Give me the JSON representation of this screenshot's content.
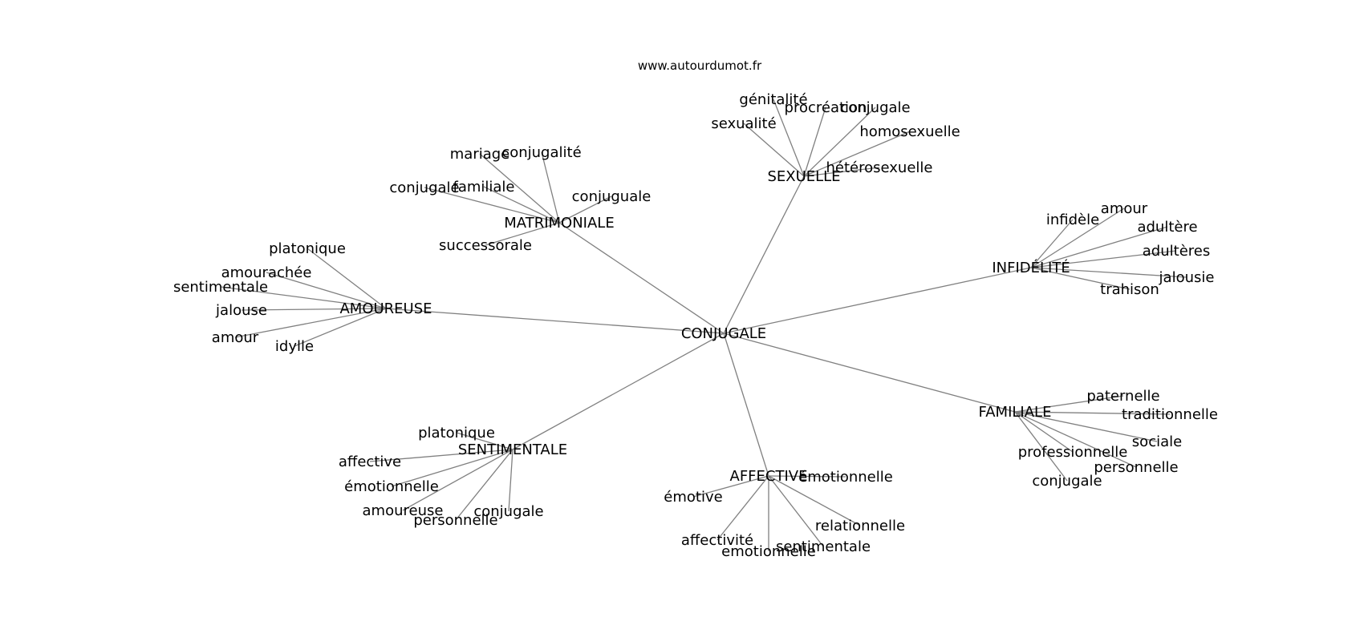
{
  "site": "www.autourdumot.fr",
  "root": "CONJUGALE",
  "branches": [
    {
      "label": "MATRIMONIALE",
      "children": [
        "mariage",
        "conjugalité",
        "conjugale",
        "familiale",
        "conjuguale",
        "successorale"
      ]
    },
    {
      "label": "SEXUELLE",
      "children": [
        "génitalité",
        "procréation",
        "conjugale",
        "sexualité",
        "homosexuelle",
        "hétérosexuelle"
      ]
    },
    {
      "label": "INFIDÉLITÉ",
      "children": [
        "infidèle",
        "amour",
        "adultère",
        "adultères",
        "jalousie",
        "trahison"
      ]
    },
    {
      "label": "AMOUREUSE",
      "children": [
        "platonique",
        "amourachée",
        "sentimentale",
        "jalouse",
        "amour",
        "idylle"
      ]
    },
    {
      "label": "FAMILIALE",
      "children": [
        "paternelle",
        "traditionnelle",
        "sociale",
        "professionnelle",
        "personnelle",
        "conjugale"
      ]
    },
    {
      "label": "SENTIMENTALE",
      "children": [
        "platonique",
        "affective",
        "émotionnelle",
        "amoureuse",
        "personnelle",
        "conjugale"
      ]
    },
    {
      "label": "AFFECTIVE",
      "children": [
        "émotionnelle",
        "émotive",
        "relationnelle",
        "affectivité",
        "sentimentale",
        "emotionnelle"
      ]
    }
  ]
}
